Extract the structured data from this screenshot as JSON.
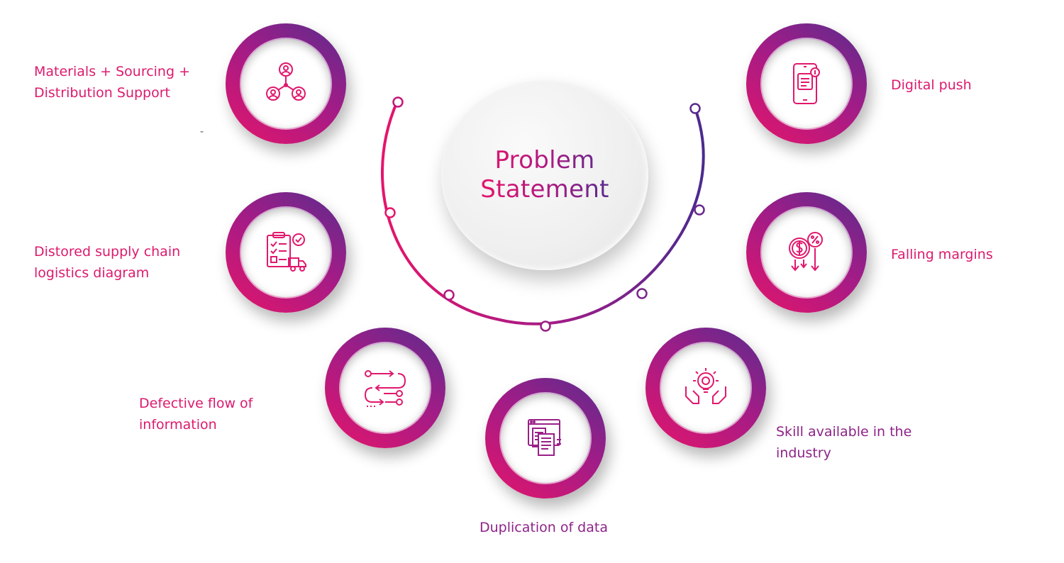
{
  "center": {
    "title_line1": "Problem",
    "title_line2": "Statement"
  },
  "colors": {
    "pink": "#e5156b",
    "magenta": "#b21982",
    "purple": "#5a2a8e"
  },
  "stray_mark": "-",
  "items": [
    {
      "label": "Materials + Sourcing + Distribution Support",
      "icon": "people-network-icon"
    },
    {
      "label": "Distored supply chain logistics diagram",
      "icon": "clipboard-delivery-icon"
    },
    {
      "label": "Defective flow of information",
      "icon": "flow-arrows-icon"
    },
    {
      "label": "Duplication of data",
      "icon": "duplicate-documents-icon"
    },
    {
      "label": "Skill available in the industry",
      "icon": "hands-lightbulb-icon"
    },
    {
      "label": "Falling margins",
      "icon": "falling-percent-dollar-icon"
    },
    {
      "label": "Digital push",
      "icon": "mobile-notification-icon"
    }
  ]
}
